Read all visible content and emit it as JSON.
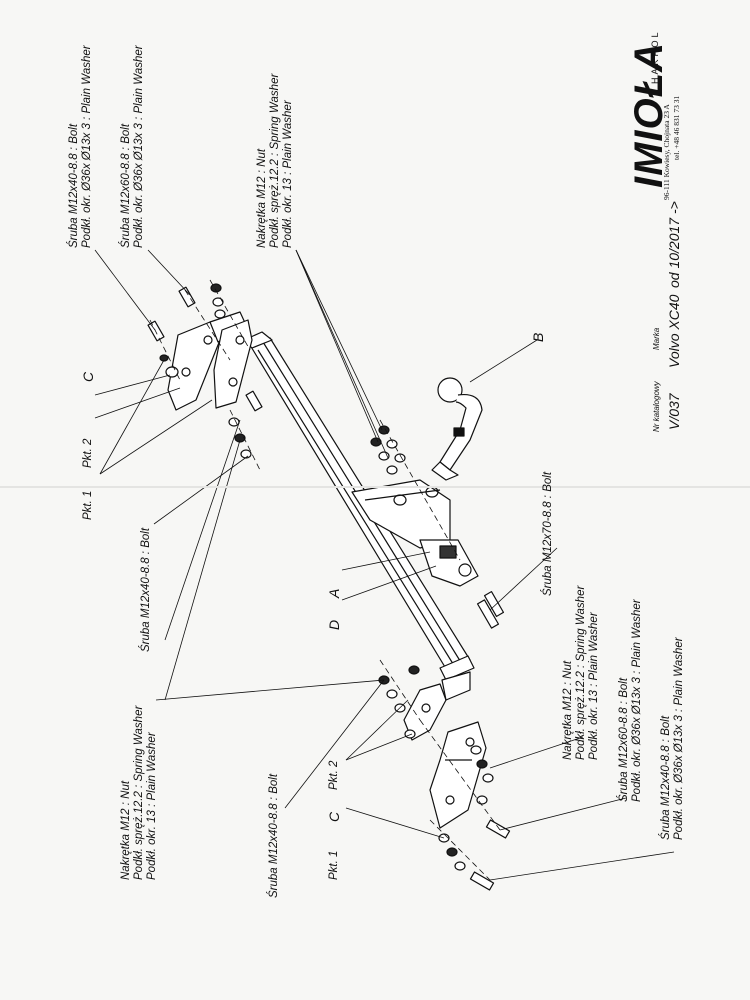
{
  "labels": {
    "top1": [
      "Śruba M12x40-8.8 : Bolt",
      "Podkł. okr. Ø36x Ø13x 3 : Plain Washer"
    ],
    "top2": [
      "Śruba M12x60-8.8 : Bolt",
      "Podkł. okr. Ø36x Ø13x 3 : Plain Washer"
    ],
    "top3": [
      "Nakrętka M12 : Nut",
      "Podkł. spręż.12.2 : Spring Washer",
      "Podkł. okr. 13 : Plain Washer"
    ],
    "pkt1_top": "Pkt. 1",
    "pkt2_top": "Pkt. 2",
    "c_top": "C",
    "bolt_mid": "Śruba M12x40-8.8 : Bolt",
    "d": "D",
    "a": "A",
    "b": "B",
    "bolt70": "Śruba M12x70-8.8 : Bolt",
    "bot_nut": [
      "Nakrętka M12 : Nut",
      "Podkł. spręż.12.2 : Spring Washer",
      "Podkł. okr. 13 : Plain Washer"
    ],
    "bot_left_nut": [
      "Nakrętka M12 : Nut",
      "Podkł. spręż.12.2 : Spring Washer",
      "Podkł. okr. 13 : Plain Washer"
    ],
    "bot_bolt60": [
      "Śruba M12x60-8.8 : Bolt",
      "Podkł. okr. Ø36x Ø13x 3 : Plain Washer"
    ],
    "bot_bolt40": [
      "Śruba M12x40-8.8 : Bolt",
      "Podkł. okr. Ø36x Ø13x 3 : Plain Washer"
    ],
    "bot_bolt_left": "Śruba M12x40-8.8 : Bolt",
    "pkt1_bot": "Pkt. 1",
    "c_bot": "C",
    "pkt2_bot": "Pkt. 2"
  },
  "info": {
    "catalog_label": "Nr katalogowy",
    "catalog": "V/037",
    "brand_label": "Marka",
    "model": "Volvo XC40",
    "date": "od 10/2017 ->"
  },
  "logo": {
    "name": "IMIOŁA",
    "sub": "HAKPOL",
    "address": "96-111 Kowiesy, Chojnata 23 A",
    "phone": "tel. +48 46 831 73 31"
  }
}
